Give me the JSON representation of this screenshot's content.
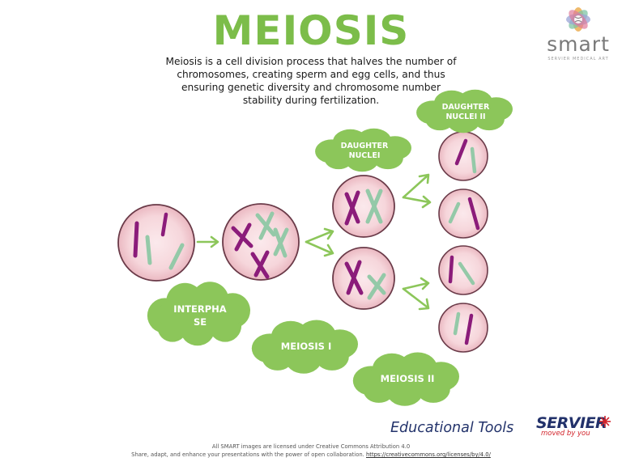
{
  "title": "MEIOSIS",
  "description": "Meiosis is a cell division process that halves the number of chromosomes, creating sperm and egg cells, and thus ensuring genetic diversity and chromosome number stability during fertilization.",
  "logo": {
    "word": "smart",
    "subtitle": "SERVIER MEDICAL ART"
  },
  "labels": {
    "interphase_line1": "INTERPHA",
    "interphase_line2": "SE",
    "meiosis1": "MEIOSIS I",
    "meiosis2": "MEIOSIS II",
    "daughter_nuclei_line1": "DAUGHTER",
    "daughter_nuclei_line2": "NUCLEI",
    "daughter_nuclei2_line1": "DAUGHTER",
    "daughter_nuclei2_line2": "NUCLEI II"
  },
  "footer": {
    "educational_tools": "Educational Tools",
    "brand": "SERVIER",
    "brand_tagline": "moved by you",
    "license_line1": "All SMART images are licensed under Creative Commons Attribution 4.0",
    "license_line2_prefix": "Share, adapt, and enhance your presentations with the power of open collaboration. ",
    "license_link": "https://creativecommons.org/licenses/by/4.0/"
  },
  "colors": {
    "title_green": "#7cbd4a",
    "cloud_green": "#8cc65a",
    "arrow_green": "#8cc65a",
    "cell_pink": "#f8dadd",
    "cell_border": "#6a3a48",
    "chromosome_purple": "#8b1c7a",
    "chromosome_green": "#94c9a8",
    "navy": "#23336b"
  }
}
